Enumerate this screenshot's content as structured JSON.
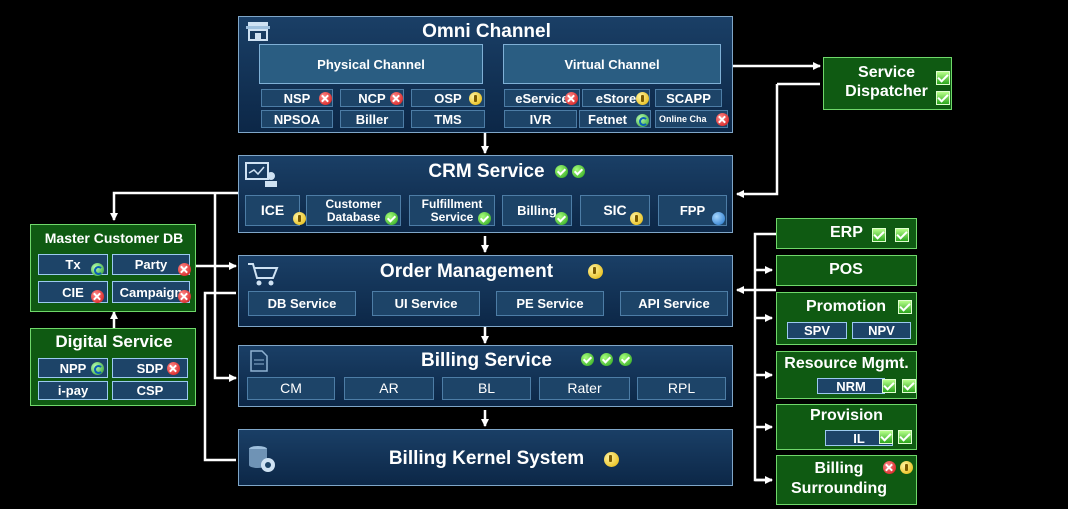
{
  "omni": {
    "title": "Omni Channel",
    "physical": "Physical Channel",
    "virtual": "Virtual Channel",
    "items": {
      "nsp": "NSP",
      "ncp": "NCP",
      "osp": "OSP",
      "estervice": "eService",
      "estore": "eStore",
      "scapp": "SCAPP",
      "npsoa": "NPSOA",
      "biller": "Biller",
      "tms": "TMS",
      "ivr": "IVR",
      "fetnet": "Fetnet",
      "online": "Online Cha"
    }
  },
  "crm": {
    "title": "CRM Service",
    "items": {
      "ice": "ICE",
      "custdb": "Customer Database",
      "fulfill": "Fulfillment Service",
      "billing": "Billing",
      "sic": "SIC",
      "fpp": "FPP"
    }
  },
  "order": {
    "title": "Order Management",
    "items": {
      "db": "DB Service",
      "ui": "UI Service",
      "pe": "PE Service",
      "api": "API Service"
    }
  },
  "billing": {
    "title": "Billing Service",
    "items": {
      "cm": "CM",
      "ar": "AR",
      "bl": "BL",
      "rater": "Rater",
      "rpl": "RPL"
    }
  },
  "kernel": {
    "title": "Billing Kernel System"
  },
  "dispatcher": {
    "title": "Service Dispatcher"
  },
  "mcdb": {
    "title": "Master Customer DB",
    "items": {
      "tx": "Tx",
      "party": "Party",
      "cie": "CIE",
      "campaign": "Campaign"
    }
  },
  "digital": {
    "title": "Digital Service",
    "items": {
      "npp": "NPP",
      "sdp": "SDP",
      "ipay": "i-pay",
      "csp": "CSP"
    }
  },
  "right": {
    "erp": "ERP",
    "pos": "POS",
    "promotion": {
      "title": "Promotion",
      "spv": "SPV",
      "npv": "NPV"
    },
    "resource": {
      "title": "Resource Mgmt.",
      "nrm": "NRM"
    },
    "provision": {
      "title": "Provision",
      "il": "IL"
    },
    "surround": {
      "title": "Billing Surrounding"
    }
  },
  "icons": [
    "storefront-icon",
    "monitor-user-icon",
    "shopping-cart-icon",
    "document-icon",
    "database-icon"
  ],
  "colors": {
    "panel": "#12355a",
    "tile": "#1d4468",
    "green_panel": "#0f5a12",
    "line": "#ffffff",
    "ok": "#25a018",
    "error": "#d01010",
    "warning": "#e3b400"
  }
}
